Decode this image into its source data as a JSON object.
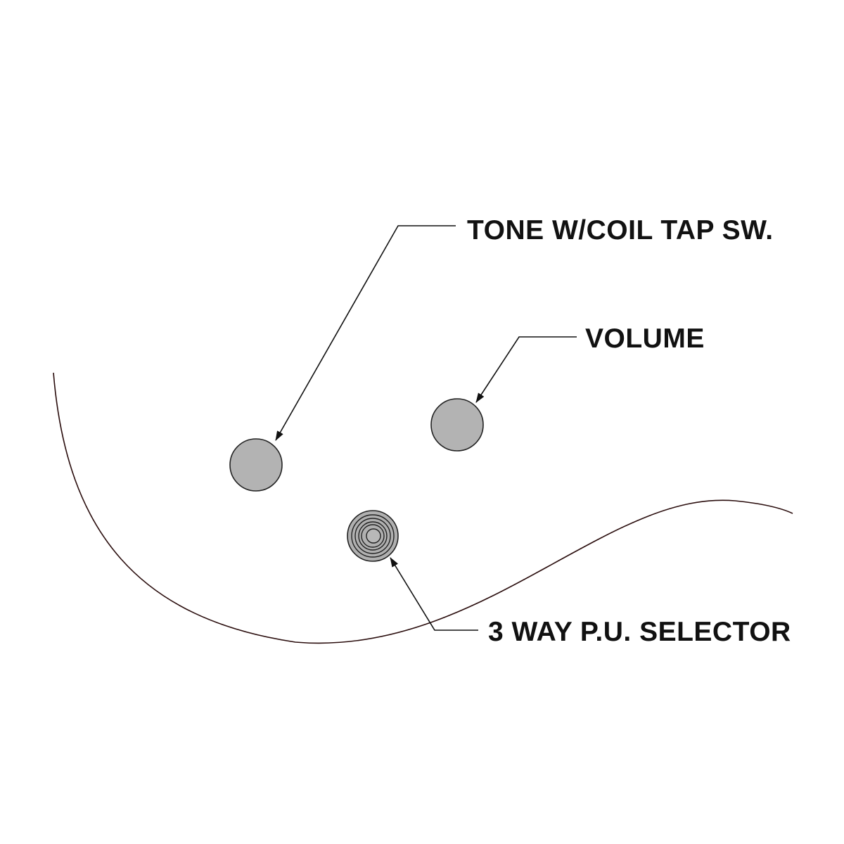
{
  "labels": {
    "tone": "TONE W/COIL TAP SW.",
    "volume": "VOLUME",
    "selector": "3 WAY P.U. SELECTOR"
  },
  "colors": {
    "background": "#ffffff",
    "knob_fill": "#b3b3b3",
    "outline": "#222222",
    "body_edge": "#2a0d0d",
    "text": "#111111"
  },
  "icons": {
    "tone_knob": "knob-icon",
    "volume_knob": "knob-icon",
    "selector": "toggle-switch-icon",
    "arrow": "arrowhead-icon"
  }
}
